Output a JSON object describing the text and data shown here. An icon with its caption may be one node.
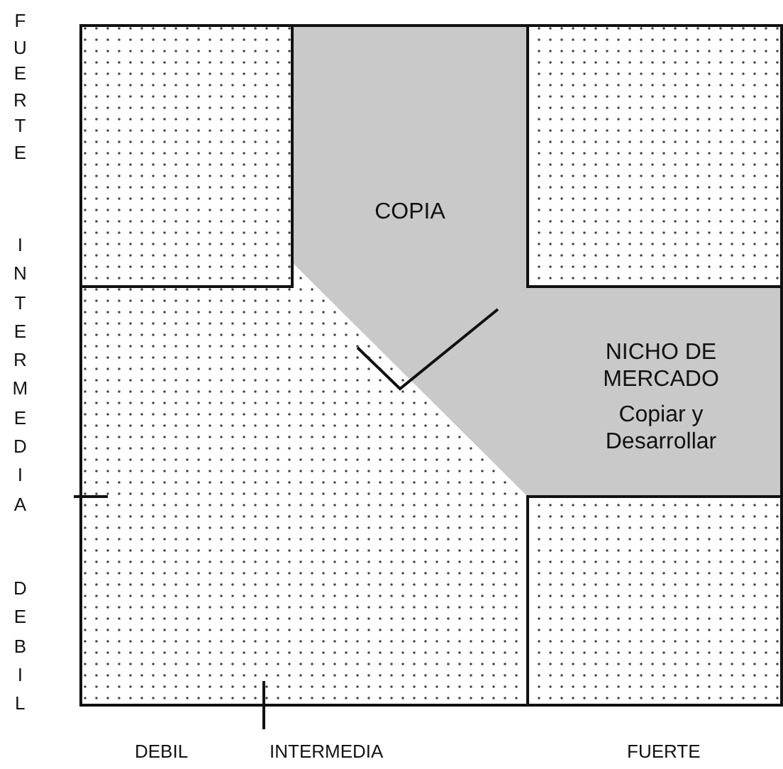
{
  "diagram": {
    "nodes": [
      {
        "text": [
          "COPIA"
        ]
      },
      {
        "text": [
          "NICHO DE MERCADO",
          "Copiar y Desarrollar"
        ]
      }
    ],
    "labels": [
      "FUERTE",
      "INTERMEDIA",
      "DEBIL",
      "DEBIL",
      "INTERMEDIA",
      "FUERTE"
    ]
  }
}
